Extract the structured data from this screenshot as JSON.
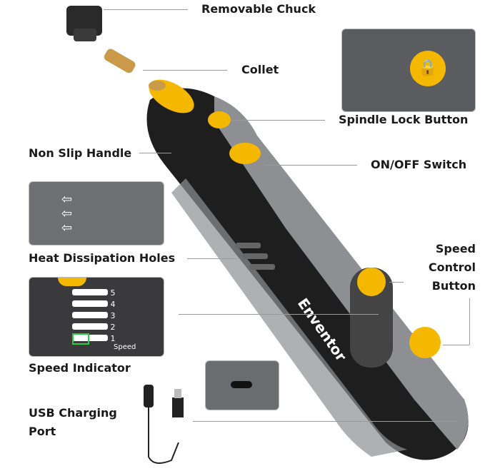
{
  "labels": {
    "chuck": "Removable Chuck",
    "collet": "Collet",
    "spindle_lock": "Spindle Lock Button",
    "handle": "Non Slip Handle",
    "switch": "ON/OFF Switch",
    "heat": "Heat Dissipation Holes",
    "speed_control": [
      "Speed",
      "Control",
      "Button"
    ],
    "speed_indicator": "Speed Indicator",
    "usb": [
      "USB Charging",
      "Port"
    ]
  },
  "brand": "Enventor",
  "indicator": {
    "levels": [
      "5",
      "4",
      "3",
      "2",
      "1"
    ],
    "caption": "Speed"
  },
  "colors": {
    "accent": "#f5b800",
    "body": "#1e1e1e",
    "grip": "#8d8f92"
  },
  "icons": [
    "lock-icon",
    "plus-icon",
    "minus-icon",
    "battery-icon",
    "airflow-arrow-icon"
  ]
}
